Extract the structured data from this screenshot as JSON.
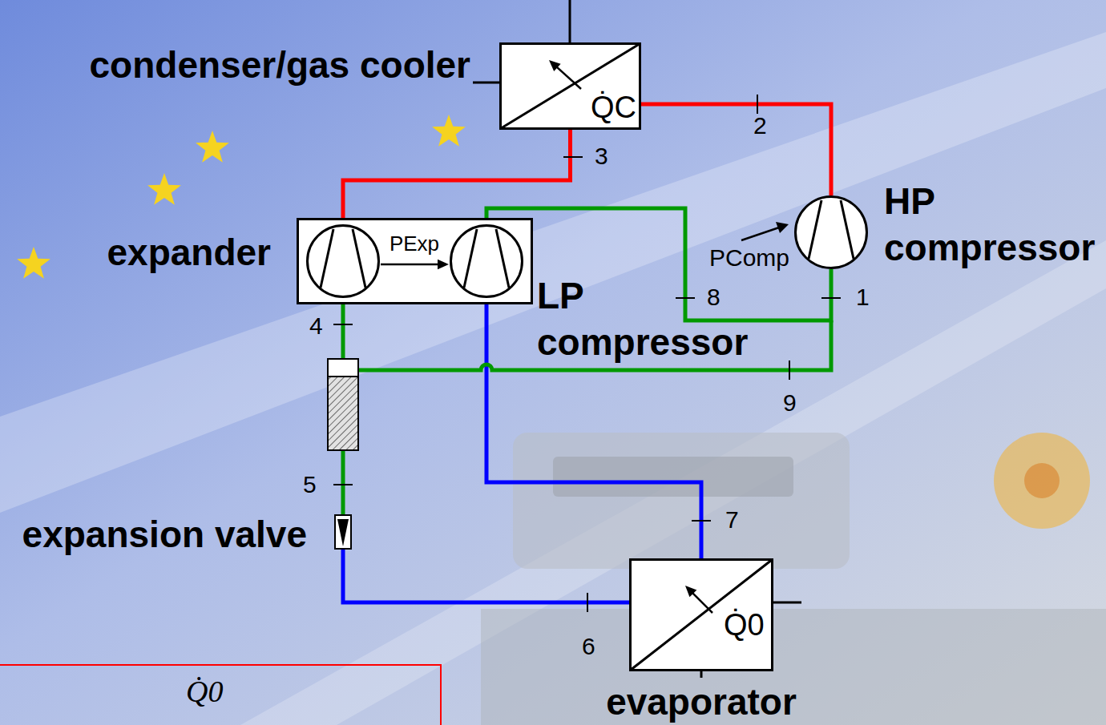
{
  "diagram": {
    "nodes": [
      {
        "text": [
          "condenser/gas cooler",
          "Q̇C"
        ]
      },
      {
        "text": [
          "PExp"
        ]
      },
      {
        "text": [
          "expander"
        ],
        "in": 1
      },
      {
        "text": [
          "LP compressor"
        ],
        "in": 1
      },
      {
        "text": [
          "HP compressor"
        ]
      },
      {
        "text": [
          "expansion valve"
        ]
      },
      {
        "text": [
          "Q̇0",
          "evaporator"
        ]
      }
    ],
    "edges": [
      {
        "from": 4,
        "to": 0,
        "arrow": "none",
        "label": "2"
      },
      {
        "from": 0,
        "to": 2,
        "arrow": "none",
        "label": "3"
      },
      {
        "from": 2,
        "to": 5,
        "arrow": "none",
        "label": "4"
      },
      {
        "from": 5,
        "to": 6,
        "arrow": "none",
        "label": "6"
      },
      {
        "from": 6,
        "to": 3,
        "arrow": "none",
        "label": "7"
      },
      {
        "from": 3,
        "to": 4,
        "arrow": "none",
        "label": "8"
      }
    ],
    "labels": [
      "1",
      "5",
      "9",
      "PComp",
      "Q̇0"
    ]
  }
}
